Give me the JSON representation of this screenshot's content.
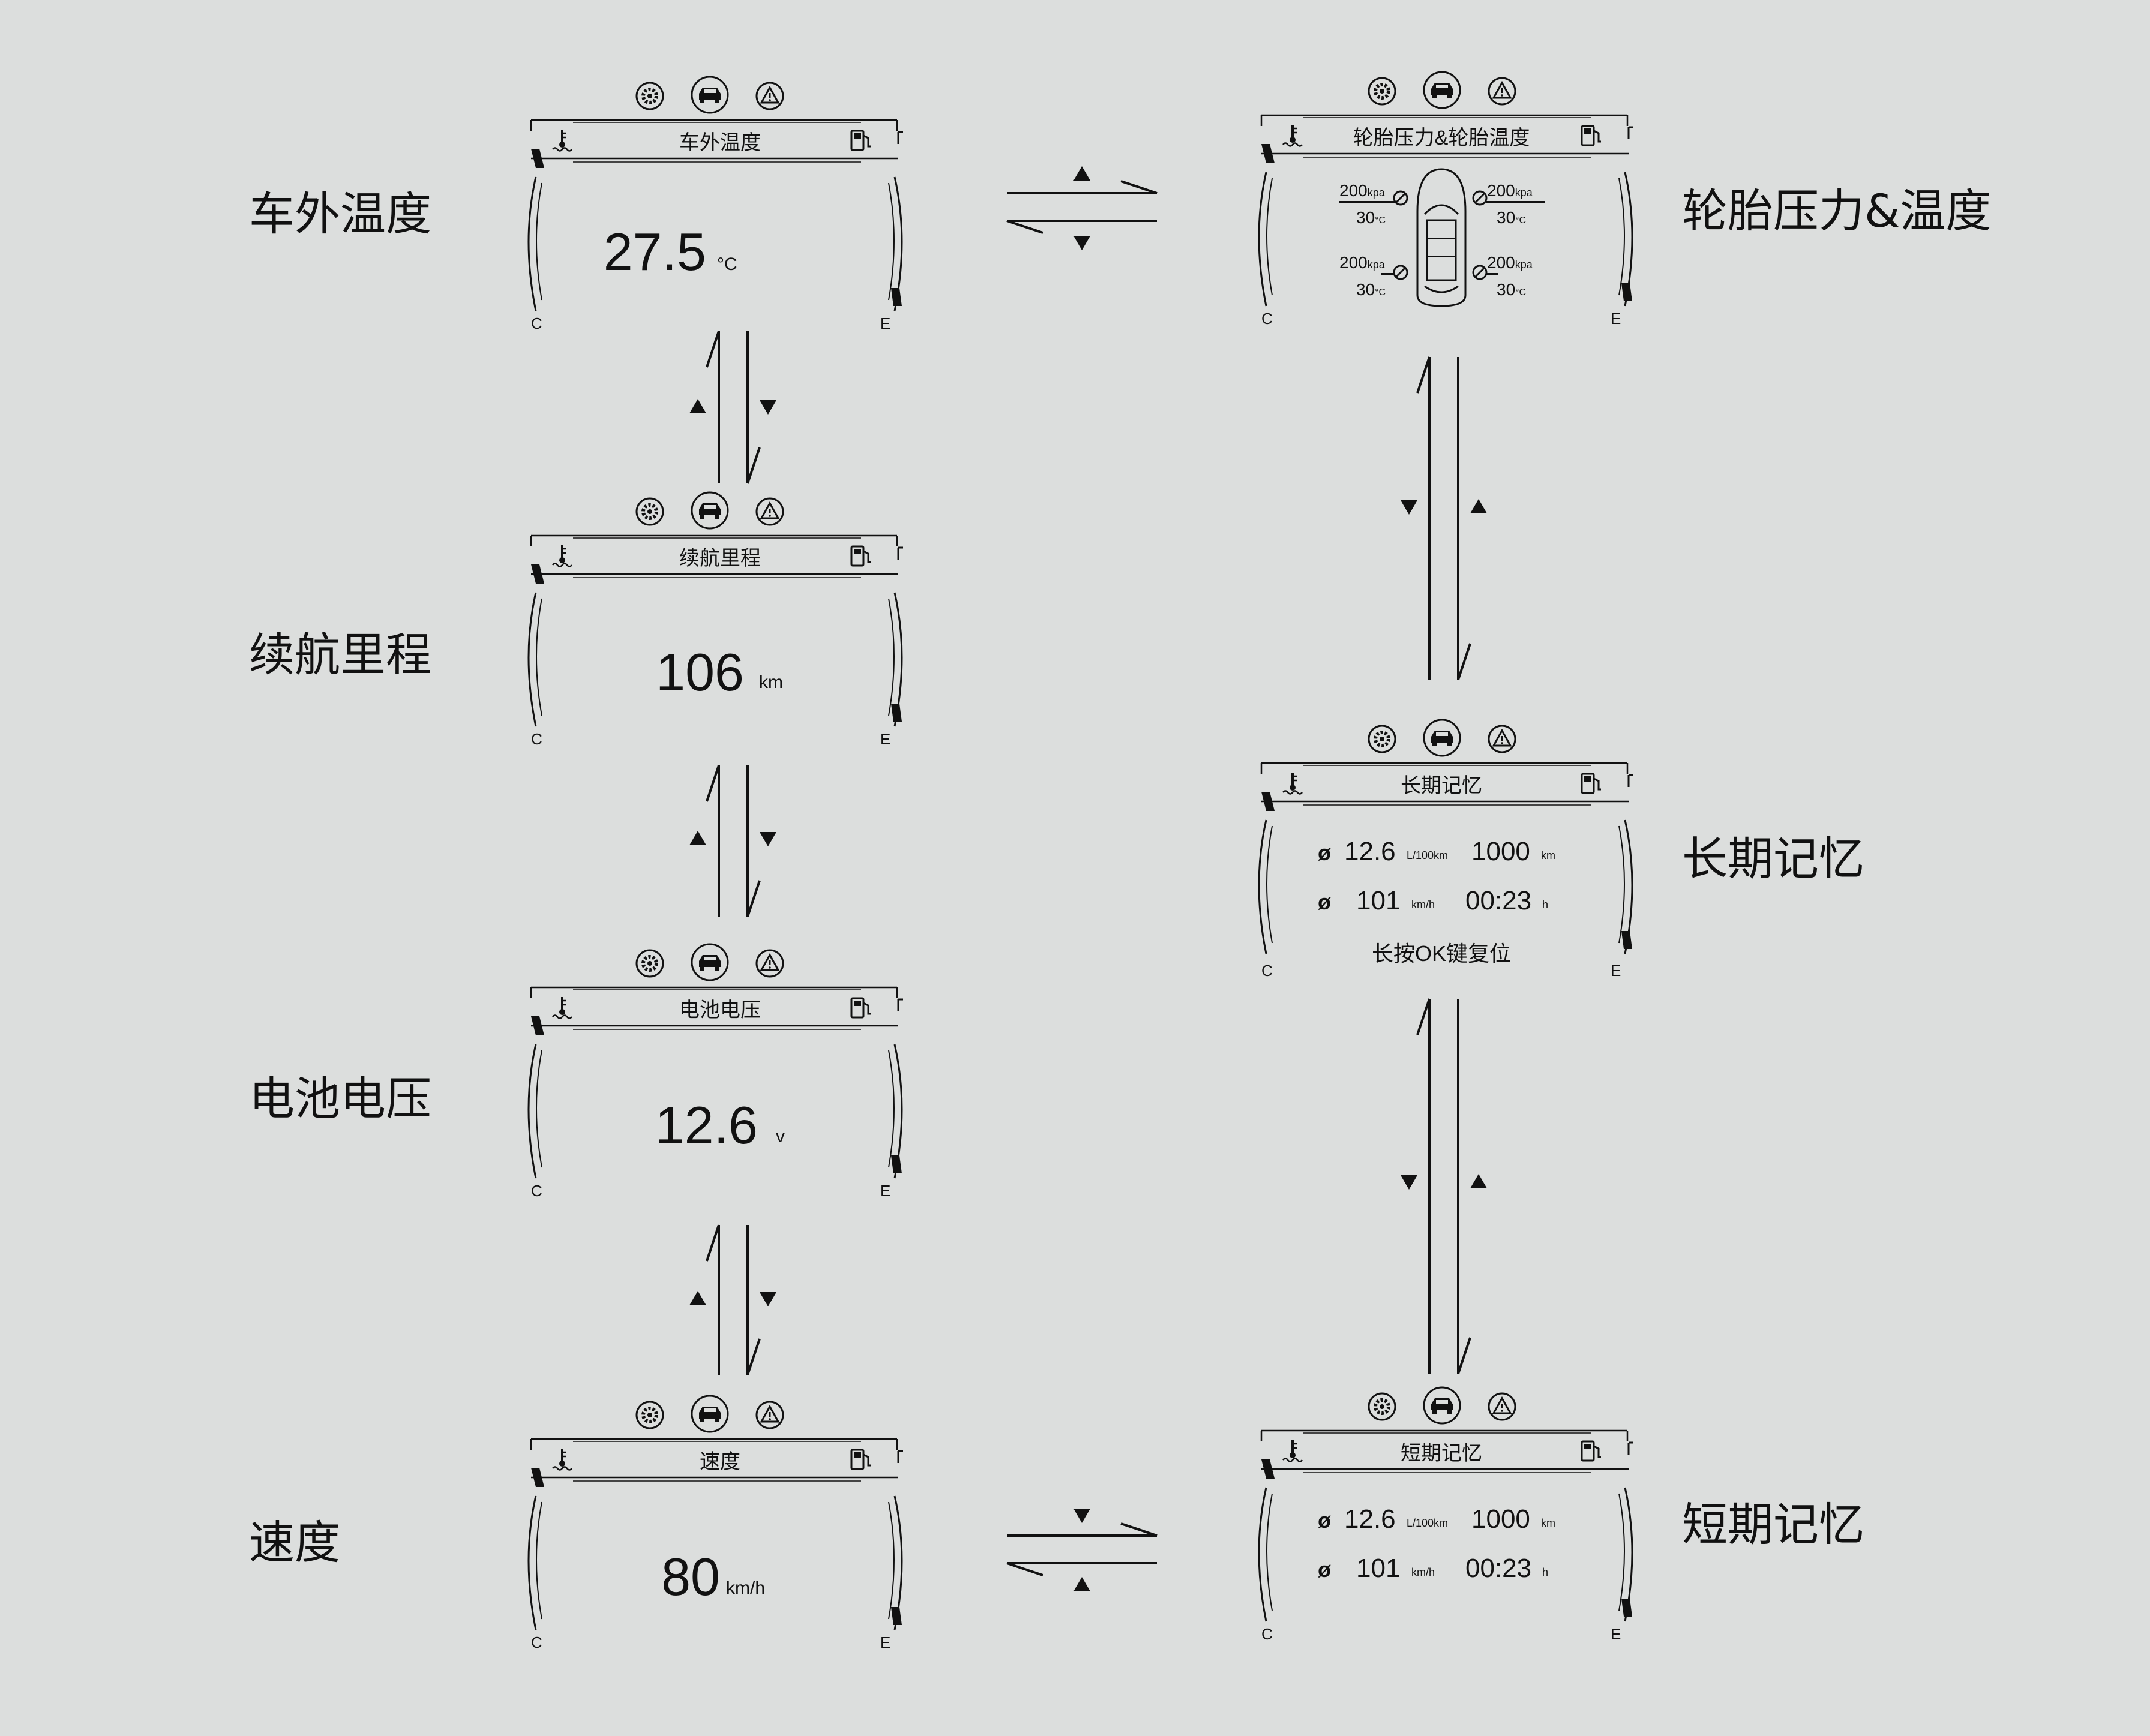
{
  "colors": {
    "background": "#dcdedd",
    "ink": "#111111"
  },
  "status_icons": [
    "gear-icon",
    "car-icon",
    "warning-triangle-icon"
  ],
  "header_icons": [
    "coolant-temp-icon",
    "fuel-pump-icon"
  ],
  "gauge_labels": {
    "left": "C",
    "right": "E"
  },
  "left_column": {
    "outside_temp": {
      "label": "车外温度",
      "screen_title": "车外温度",
      "value": "27.5",
      "unit": "°C"
    },
    "range": {
      "label": "续航里程",
      "screen_title": "续航里程",
      "value": "106",
      "unit": "km"
    },
    "battery": {
      "label": "电池电压",
      "screen_title": "电池电压",
      "value": "12.6",
      "unit": "v"
    },
    "speed": {
      "label": "速度",
      "screen_title": "速度",
      "value": "80",
      "unit": "km/h"
    }
  },
  "right_column": {
    "tire": {
      "label": "轮胎压力&温度",
      "screen_title": "轮胎压力&轮胎温度",
      "front_left": {
        "pressure": "200",
        "pressure_unit": "kpa",
        "temp": "30",
        "temp_unit": "°C"
      },
      "front_right": {
        "pressure": "200",
        "pressure_unit": "kpa",
        "temp": "30",
        "temp_unit": "°C"
      },
      "rear_left": {
        "pressure": "200",
        "pressure_unit": "kpa",
        "temp": "30",
        "temp_unit": "°C"
      },
      "rear_right": {
        "pressure": "200",
        "pressure_unit": "kpa",
        "temp": "30",
        "temp_unit": "°C"
      }
    },
    "long_term": {
      "label": "长期记忆",
      "screen_title": "长期记忆",
      "avg_symbol": "ø",
      "consumption": "12.6",
      "consumption_unit": "L/100km",
      "distance": "1000",
      "distance_unit": "km",
      "speed": "101",
      "speed_unit": "km/h",
      "time": "00:23",
      "time_unit": "h",
      "reset_hint": "长按OK键复位"
    },
    "short_term": {
      "label": "短期记忆",
      "screen_title": "短期记忆",
      "avg_symbol": "ø",
      "consumption": "12.6",
      "consumption_unit": "L/100km",
      "distance": "1000",
      "distance_unit": "km",
      "speed": "101",
      "speed_unit": "km/h",
      "time": "00:23",
      "time_unit": "h"
    }
  }
}
